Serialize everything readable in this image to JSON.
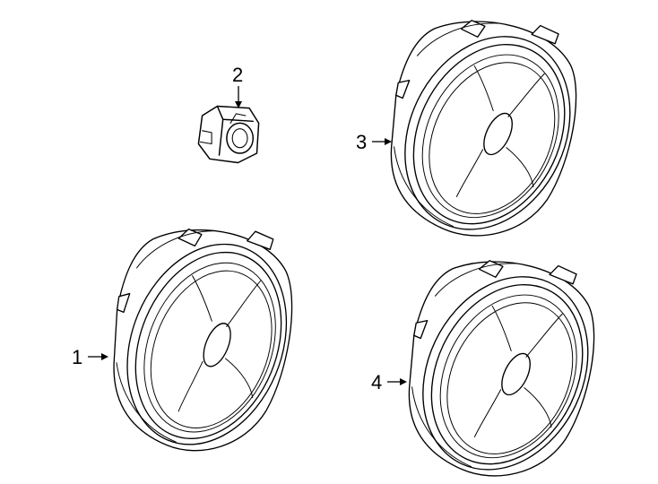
{
  "callouts": {
    "c1": "1",
    "c2": "2",
    "c3": "3",
    "c4": "4"
  },
  "parts": [
    {
      "callout": "1",
      "icon": "speaker-icon"
    },
    {
      "callout": "2",
      "icon": "connector-clip-icon"
    },
    {
      "callout": "3",
      "icon": "speaker-icon"
    },
    {
      "callout": "4",
      "icon": "speaker-icon"
    }
  ],
  "colors": {
    "line": "#000000",
    "background": "#ffffff"
  }
}
